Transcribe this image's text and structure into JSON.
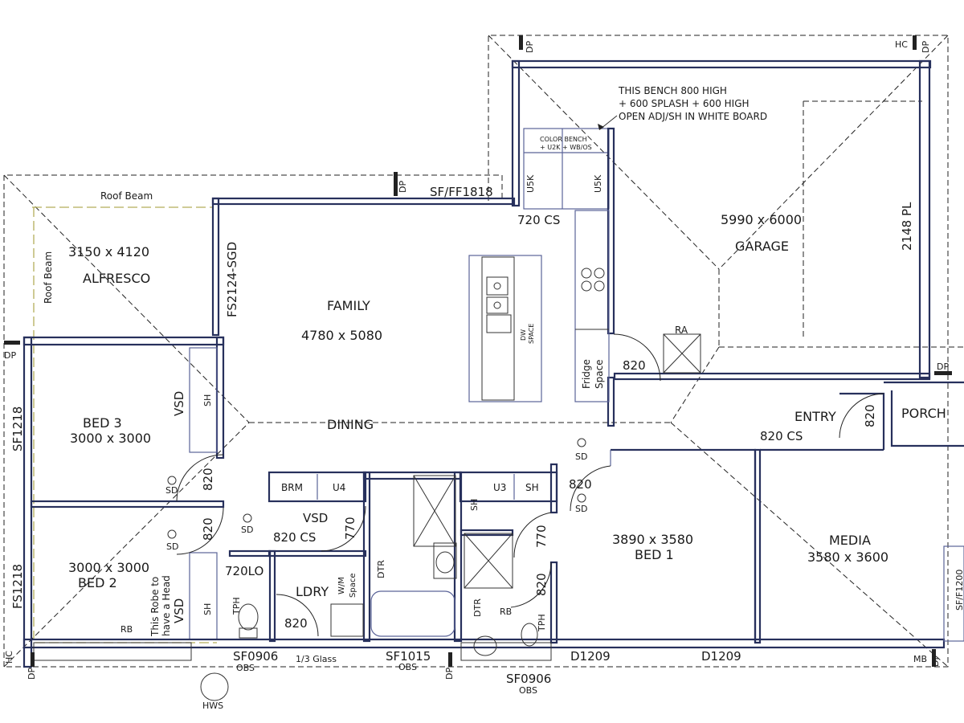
{
  "rooms": {
    "alfresco": {
      "name": "ALFRESCO",
      "size": "3150 x 4120"
    },
    "family": {
      "name": "FAMILY",
      "size": "4780 x 5080"
    },
    "dining": {
      "name": "DINING"
    },
    "garage": {
      "name": "GARAGE",
      "size": "5990 x 6000"
    },
    "bed3": {
      "name": "BED 3",
      "size": "3000 x 3000"
    },
    "bed2": {
      "name": "BED 2",
      "size": "3000 x 3000"
    },
    "bed1": {
      "name": "BED 1",
      "size": "3890 x 3580"
    },
    "media": {
      "name": "MEDIA",
      "size": "3580 x 3600"
    },
    "laundry": {
      "name": "LDRY"
    },
    "entry": {
      "name": "ENTRY"
    },
    "porch": {
      "name": "PORCH"
    }
  },
  "notes": {
    "bench_line1": "THIS BENCH 800 HIGH",
    "bench_line2": "+ 600 SPLASH + 600 HIGH",
    "bench_line3": "OPEN ADJ/SH IN WHITE BOARD",
    "color_bench_line1": "COLOR BENCH",
    "color_bench_line2": "+ U2K + WB/OS",
    "robe_line1": "This Robe to",
    "robe_line2": "have a Head"
  },
  "labels": {
    "roof_beam_top": "Roof Beam",
    "roof_beam_side": "Roof Beam",
    "fs2124": "FS2124-SGD",
    "sf_ff1818": "SF/FF1818",
    "cs720": "720 CS",
    "u5k_left": "U5K",
    "u5k_right": "U5K",
    "pl2148": "2148 PL",
    "dw_line1": "DW",
    "dw_line2": "SPACE",
    "fridge_line1": "Fridge",
    "fridge_line2": "Space",
    "door_820_kitchen": "820",
    "ra": "RA",
    "dp_left": "DP",
    "dp_top_small": "DP",
    "dp_garage_left": "DP",
    "dp_garage_right": "DP",
    "hc_top": "HC",
    "dp_right_mid": "DP",
    "vsd_bed3": "VSD",
    "sh_bed3": "SH",
    "sf1218": "SF1218",
    "fs1218": "FS1218",
    "door_820_bed3": "820",
    "sd_bed3": "SD",
    "door_820_bed2": "820",
    "sd_bed2": "SD",
    "sd_hall": "SD",
    "brm": "BRM",
    "u4": "U4",
    "vsd_hall": "VSD",
    "cs820_hall": "820 CS",
    "door_770_hall": "770",
    "lo720": "720LO",
    "tph_left": "TPH",
    "sh_bed2": "SH",
    "vsd_bed2": "VSD",
    "rb_left": "RB",
    "wm_line1": "W/M",
    "wm_line2": "Space",
    "dtr_laundry": "DTR",
    "door_820_laundry": "820",
    "u3": "U3",
    "sh_ens_top": "SH",
    "sh_ens_side": "SH",
    "door_820_bed1": "820",
    "sd_bed1": "SD",
    "sd_entry": "SD",
    "door_770_ens": "770",
    "door_820_ens": "820",
    "dtr_ens": "DTR",
    "tph_right": "TPH",
    "rb_right": "RB",
    "cs820_entry": "820 CS",
    "door_820_entry": "820",
    "sf0906_left": "SF0906",
    "obs_left": "OBS",
    "glass": "1/3 Glass",
    "sf1015": "SF1015",
    "obs_mid": "OBS",
    "sf0906_right": "SF0906",
    "obs_right": "OBS",
    "d1209_left": "D1209",
    "d1209_right": "D1209",
    "mb": "MB",
    "hc_bottom": "HC",
    "dp_bottom_left": "DP",
    "dp_bottom_mid": "DP",
    "dp_bottom_right": "DP",
    "hws": "HWS",
    "sf_right_edge": "SF/F1200"
  }
}
